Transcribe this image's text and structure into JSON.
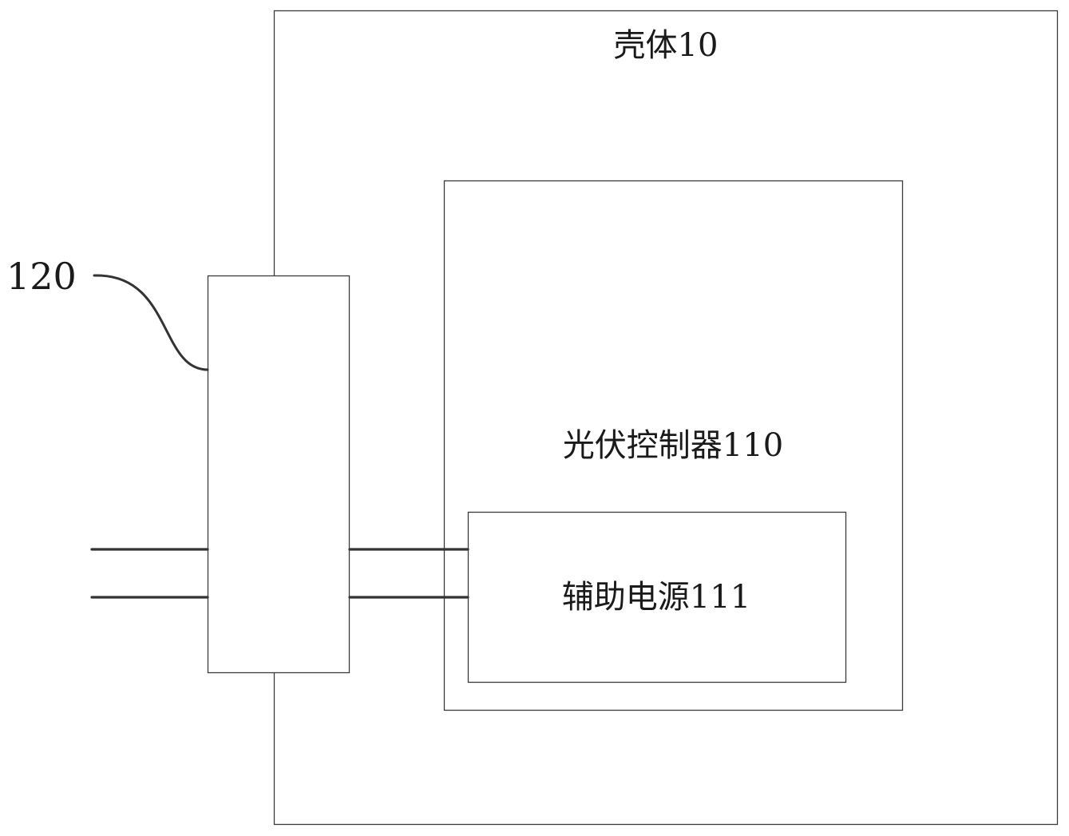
{
  "housing": {
    "label": "壳体10"
  },
  "connector": {
    "reference": "120"
  },
  "controller": {
    "label": "光伏控制器110"
  },
  "aux_power": {
    "label": "辅助电源111"
  }
}
